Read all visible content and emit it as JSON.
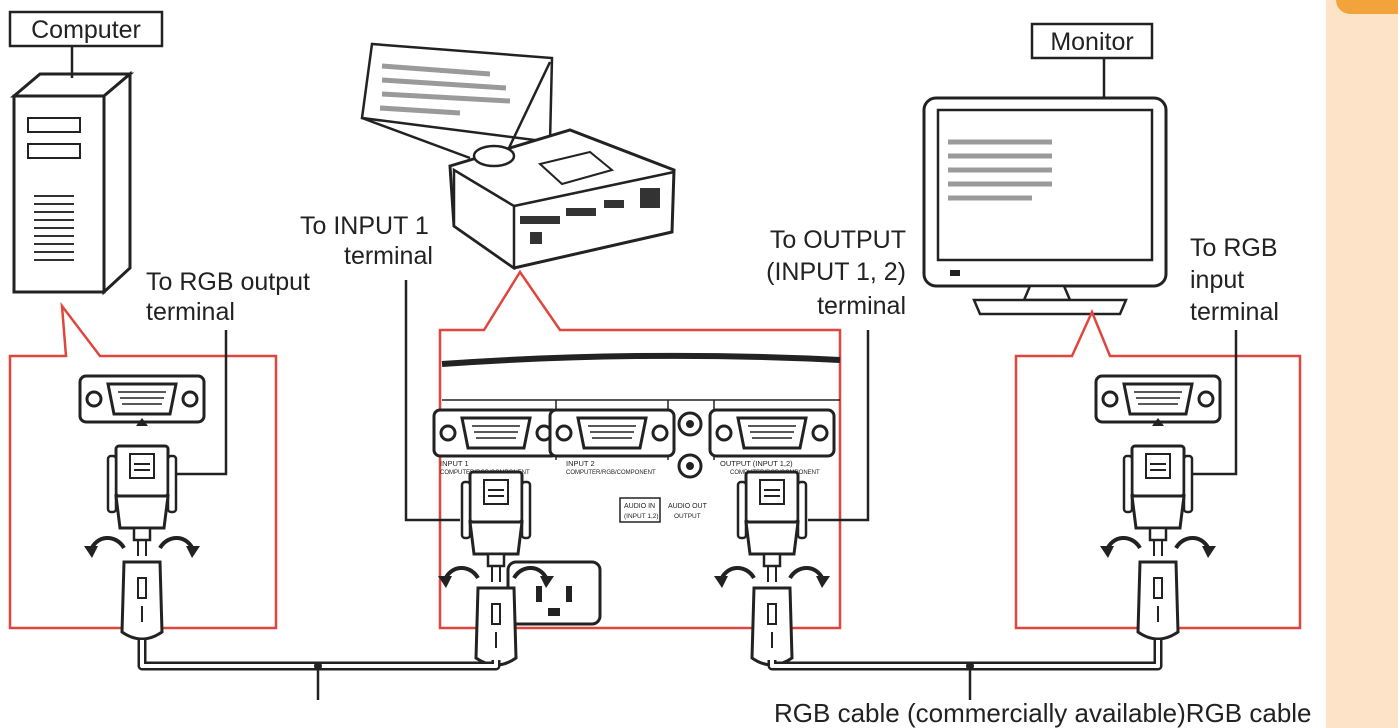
{
  "labels": {
    "computer": "Computer",
    "monitor": "Monitor",
    "to_rgb_output_1": "To RGB output",
    "to_rgb_output_2": "terminal",
    "to_input1_1": "To INPUT 1",
    "to_input1_2": "terminal",
    "to_output_1": "To OUTPUT",
    "to_output_2": "(INPUT 1, 2)",
    "to_output_3": "terminal",
    "to_rgb_input_1": "To RGB",
    "to_rgb_input_2": "input",
    "to_rgb_input_3": "terminal",
    "cable_caption": "RGB cable (commercially available)RGB cable"
  },
  "panel": {
    "input1": "INPUT 1",
    "input1_sub": "COMPUTER/RGB/COMPONENT",
    "input2": "INPUT 2",
    "input2_sub": "COMPUTER/RGB/COMPONENT",
    "output": "OUTPUT (INPUT 1,2)",
    "output_sub": "COMPUTER/RGB/COMPONENT",
    "audio_in": "AUDIO IN",
    "audio_in_sub": "(INPUT 1,2)",
    "audio_out": "AUDIO OUT",
    "audio_out_sub": "OUTPUT"
  },
  "colors": {
    "callout_red": "#e0453e",
    "sidebar_peach": "#fde3c8",
    "sidebar_tab": "#f2a33c",
    "line_dark": "#222222"
  }
}
